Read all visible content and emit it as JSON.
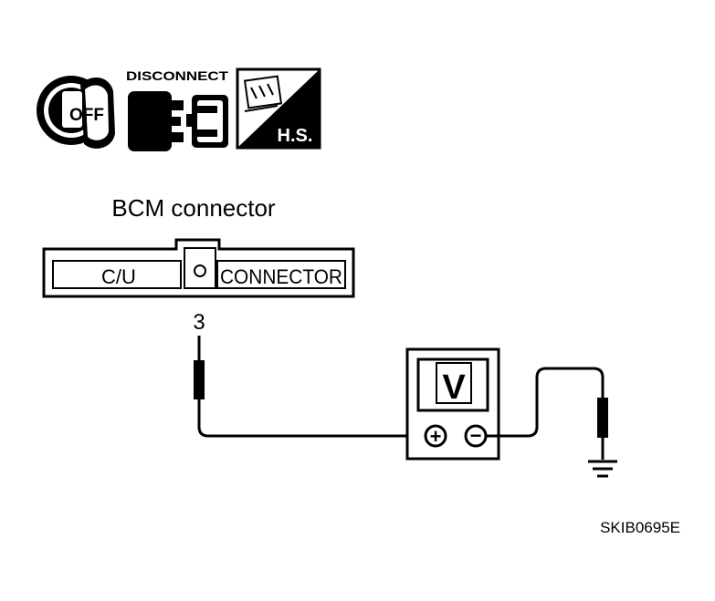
{
  "icons": {
    "ignition_off": {
      "label": "OFF"
    },
    "disconnect": {
      "label": "DISCONNECT"
    },
    "harness_side": {
      "label": "H.S."
    }
  },
  "connector": {
    "title": "BCM connector",
    "left_label": "C/U",
    "right_label": "CONNECTOR",
    "pin_label": "3"
  },
  "meter": {
    "display": "V",
    "plus_symbol": "+",
    "minus_symbol": "−"
  },
  "figure_code": "SKIB0695E",
  "colors": {
    "ink": "#000000",
    "paper": "#ffffff"
  }
}
